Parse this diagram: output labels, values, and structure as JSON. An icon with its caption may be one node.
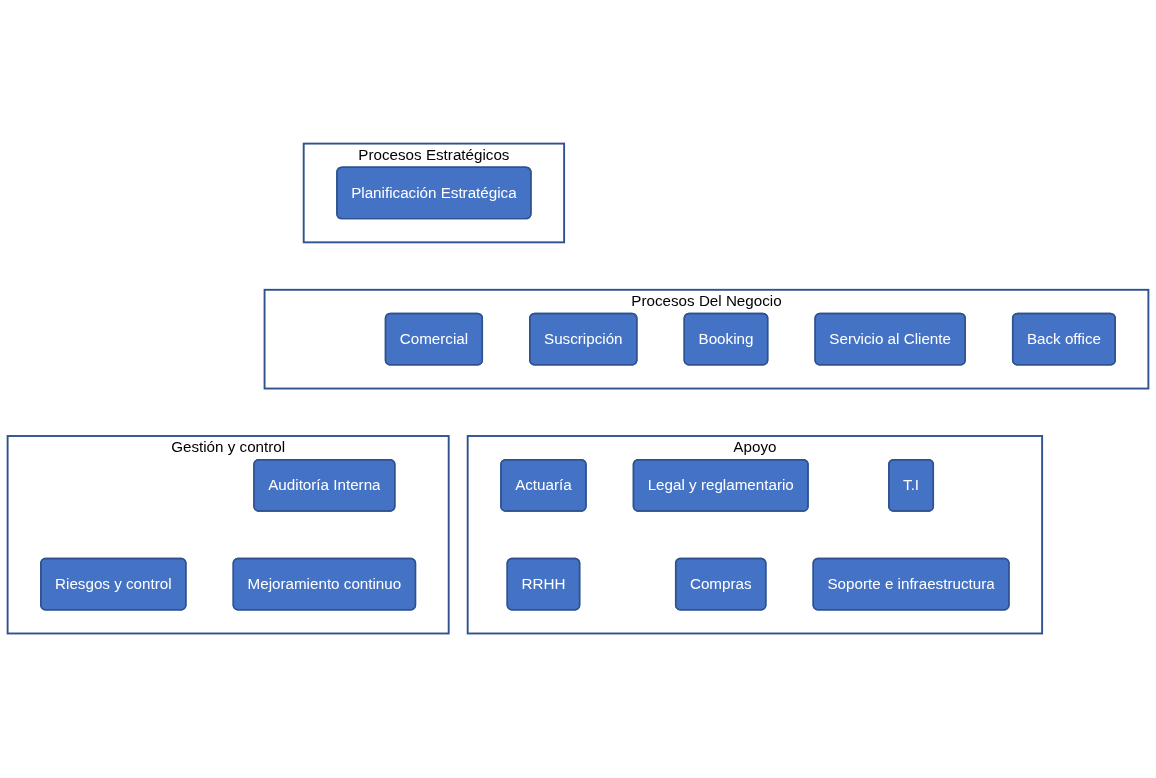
{
  "diagram": {
    "nodes": [
      {
        "text": [
          "Procesos Estratégicos"
        ]
      },
      {
        "text": [
          "Planificación Estratégica"
        ],
        "in": 0
      },
      {
        "text": [
          "Procesos Del Negocio"
        ]
      },
      {
        "text": [
          "Comercial"
        ],
        "in": 2
      },
      {
        "text": [
          "Suscripción"
        ],
        "in": 2
      },
      {
        "text": [
          "Booking"
        ],
        "in": 2
      },
      {
        "text": [
          "Servicio al Cliente"
        ],
        "in": 2
      },
      {
        "text": [
          "Back office"
        ],
        "in": 2
      },
      {
        "text": [
          "Apoyo"
        ]
      },
      {
        "text": [
          "Actuaría"
        ],
        "in": 8
      },
      {
        "text": [
          "Legal y reglamentario"
        ],
        "in": 8
      },
      {
        "text": [
          "T.I"
        ],
        "in": 8
      },
      {
        "text": [
          "RRHH"
        ],
        "in": 8
      },
      {
        "text": [
          "Compras"
        ],
        "in": 8
      },
      {
        "text": [
          "Soporte e infraestructura"
        ],
        "in": 8
      },
      {
        "text": [
          "Gestión y control"
        ]
      },
      {
        "text": [
          "Auditoría Interna"
        ],
        "in": 15
      },
      {
        "text": [
          "Riesgos y control"
        ],
        "in": 15
      },
      {
        "text": [
          "Mejoramiento continuo"
        ],
        "in": 15
      }
    ]
  }
}
